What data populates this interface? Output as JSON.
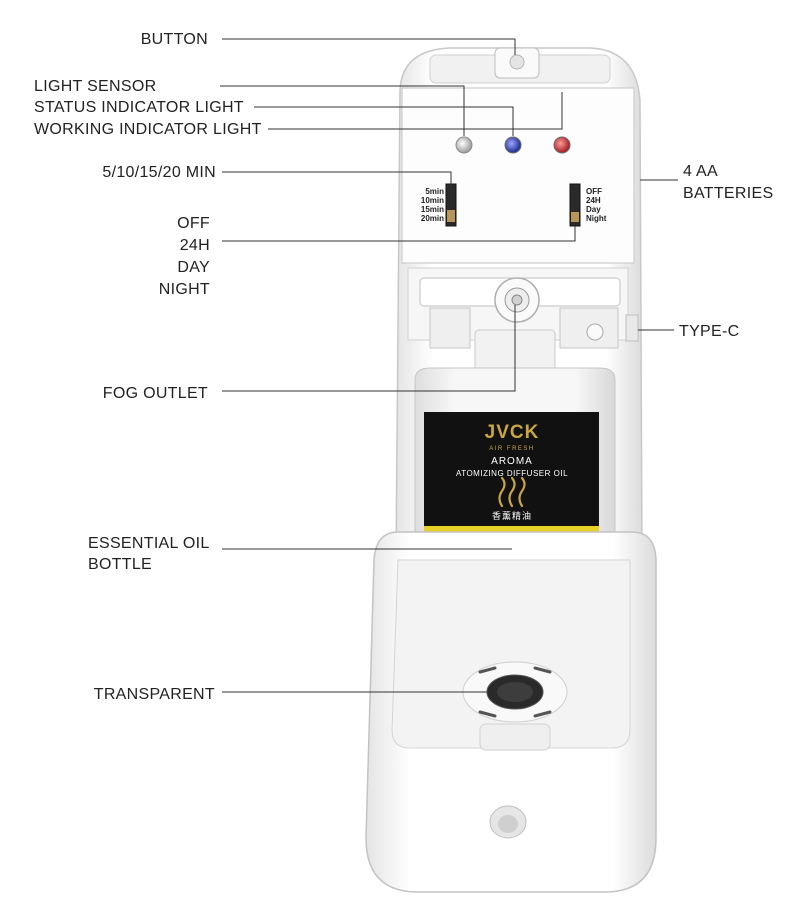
{
  "callouts": {
    "button": "BUTTON",
    "light_sensor": "LIGHT SENSOR",
    "status_light": "STATUS INDICATOR LIGHT",
    "working_light": "WORKING INDICATOR LIGHT",
    "interval": "5/10/15/20 MIN",
    "mode_off": "OFF",
    "mode_24h": "24H",
    "mode_day": "DAY",
    "mode_night": "NIGHT",
    "batteries_1": "4 AA",
    "batteries_2": "BATTERIES",
    "type_c": "TYPE-C",
    "fog_outlet": "FOG OUTLET",
    "oil_bottle_1": "ESSENTIAL OIL",
    "oil_bottle_2": "BOTTLE",
    "transparent": "TRANSPARENT"
  },
  "switch_left": [
    "5min",
    "10min",
    "15min",
    "20min"
  ],
  "switch_right": [
    "OFF",
    "24H",
    "Day",
    "Night"
  ],
  "label": {
    "brand": "JVCK",
    "sub": "AIR FRESH",
    "line1": "AROMA",
    "line2": "ATOMIZING DIFFUSER OIL",
    "chinese": "香薰精油"
  },
  "colors": {
    "label_bg": "#111111",
    "brand_gold": "#c9a640",
    "label_yellow": "#e8d227",
    "led_blue": "#2a3aa8",
    "led_red": "#c8262a"
  }
}
